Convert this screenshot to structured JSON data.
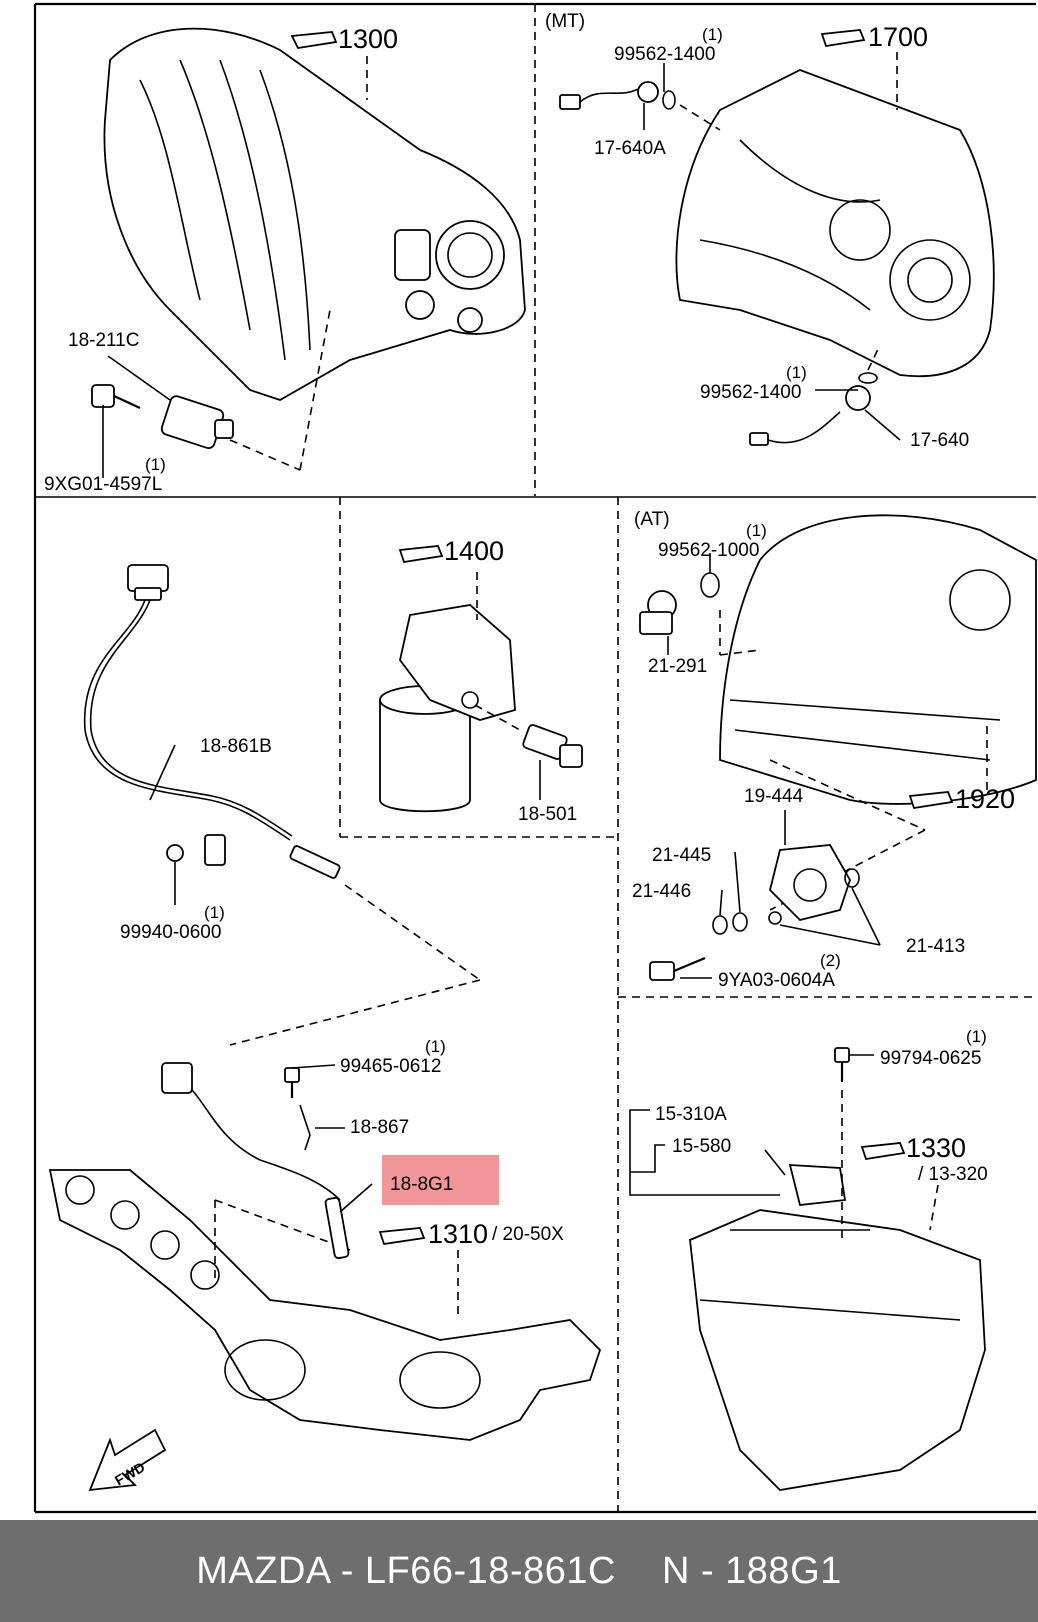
{
  "labels": {
    "ref_1300": "1300",
    "ref_1700": "1700",
    "ref_1400": "1400",
    "ref_1920": "1920",
    "ref_1310": "1310",
    "ref_1310_sub": "/ 20-50X",
    "ref_1330": "1330",
    "ref_1330_sub": "/ 13-320",
    "mt": "(MT)",
    "at": "(AT)",
    "p_18_211C": "18-211C",
    "p_9XG01_4597L": "9XG01-4597L",
    "p_99562_1400_a": "99562-1400",
    "p_17_640A": "17-640A",
    "p_99562_1400_b": "99562-1400",
    "p_17_640": "17-640",
    "p_18_861B": "18-861B",
    "p_99940_0600": "99940-0600",
    "p_18_501": "18-501",
    "p_99562_1000": "99562-1000",
    "p_21_291": "21-291",
    "p_19_444": "19-444",
    "p_21_445": "21-445",
    "p_21_446": "21-446",
    "p_21_413": "21-413",
    "p_9YA03_0604A": "9YA03-0604A",
    "p_99465_0612": "99465-0612",
    "p_18_867": "18-867",
    "p_18_8G1": "18-8G1",
    "p_99794_0625": "99794-0625",
    "p_15_310A": "15-310A",
    "p_15_580": "15-580",
    "fwd": "FWD"
  },
  "quantities": {
    "q1": "(1)",
    "q2": "(2)"
  },
  "footer": {
    "brand_part": "MAZDA - LF66-18-861C",
    "cross_ref": "N - 188G1"
  },
  "colors": {
    "highlight": "#f28b8e",
    "footer_bg": "#6e6e6e",
    "footer_text": "#ffffff"
  }
}
